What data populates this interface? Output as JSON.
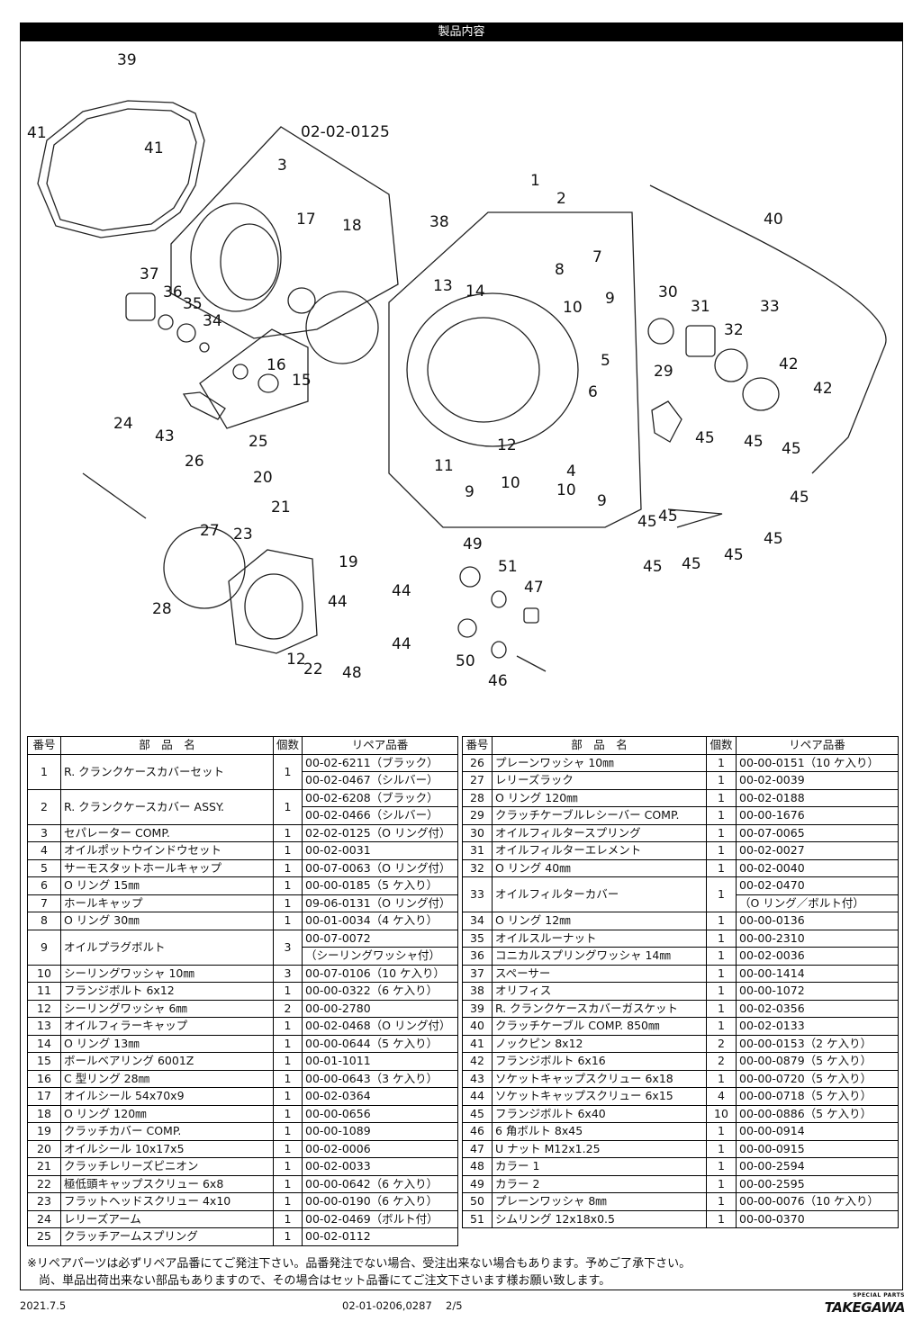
{
  "header_title": "製品内容",
  "diagram": {
    "callouts": [
      "39",
      "41",
      "41",
      "02-02-0125",
      "3",
      "17",
      "18",
      "1",
      "2",
      "38",
      "40",
      "7",
      "8",
      "37",
      "36",
      "35",
      "34",
      "13",
      "14",
      "9",
      "10",
      "30",
      "31",
      "32",
      "33",
      "16",
      "15",
      "5",
      "29",
      "42",
      "42",
      "6",
      "24",
      "43",
      "25",
      "12",
      "4",
      "45",
      "45",
      "45",
      "26",
      "20",
      "11",
      "10",
      "10",
      "9",
      "9",
      "45",
      "21",
      "27",
      "23",
      "45",
      "45",
      "19",
      "49",
      "51",
      "47",
      "28",
      "44",
      "44",
      "44",
      "45",
      "45",
      "45",
      "45",
      "12",
      "22",
      "48",
      "50",
      "46"
    ]
  },
  "table_headers": {
    "no": "番号",
    "name": "部　品　名",
    "qty": "個数",
    "repair": "リペア品番"
  },
  "parts_left": [
    {
      "no": "1",
      "name": "R. クランクケースカバーセット",
      "qty": "1",
      "repair": [
        "00-02-6211（ブラック）",
        "00-02-0467（シルバー）"
      ]
    },
    {
      "no": "2",
      "name": "R. クランクケースカバー ASSY.",
      "qty": "1",
      "repair": [
        "00-02-6208（ブラック）",
        "00-02-0466（シルバー）"
      ]
    },
    {
      "no": "3",
      "name": "セパレーター COMP.",
      "qty": "1",
      "repair": [
        "02-02-0125（O リング付）"
      ]
    },
    {
      "no": "4",
      "name": "オイルポットウインドウセット",
      "qty": "1",
      "repair": [
        "00-02-0031"
      ]
    },
    {
      "no": "5",
      "name": "サーモスタットホールキャップ",
      "qty": "1",
      "repair": [
        "00-07-0063（O リング付）"
      ]
    },
    {
      "no": "6",
      "name": "O リング 15㎜",
      "qty": "1",
      "repair": [
        "00-00-0185（5 ケ入り）"
      ]
    },
    {
      "no": "7",
      "name": "ホールキャップ",
      "qty": "1",
      "repair": [
        "09-06-0131（O リング付）"
      ]
    },
    {
      "no": "8",
      "name": "O リング 30㎜",
      "qty": "1",
      "repair": [
        "00-01-0034（4 ケ入り）"
      ]
    },
    {
      "no": "9",
      "name": "オイルプラグボルト",
      "qty": "3",
      "repair": [
        "00-07-0072",
        "（シーリングワッシャ付）"
      ]
    },
    {
      "no": "10",
      "name": "シーリングワッシャ 10㎜",
      "qty": "3",
      "repair": [
        "00-07-0106（10 ケ入り）"
      ]
    },
    {
      "no": "11",
      "name": "フランジボルト 6x12",
      "qty": "1",
      "repair": [
        "00-00-0322（6 ケ入り）"
      ]
    },
    {
      "no": "12",
      "name": "シーリングワッシャ 6㎜",
      "qty": "2",
      "repair": [
        "00-00-2780"
      ]
    },
    {
      "no": "13",
      "name": "オイルフィラーキャップ",
      "qty": "1",
      "repair": [
        "00-02-0468（O リング付）"
      ]
    },
    {
      "no": "14",
      "name": "O リング 13㎜",
      "qty": "1",
      "repair": [
        "00-00-0644（5 ケ入り）"
      ]
    },
    {
      "no": "15",
      "name": "ボールベアリング 6001Z",
      "qty": "1",
      "repair": [
        "00-01-1011"
      ]
    },
    {
      "no": "16",
      "name": "C 型リング 28㎜",
      "qty": "1",
      "repair": [
        "00-00-0643（3 ケ入り）"
      ]
    },
    {
      "no": "17",
      "name": "オイルシール 54x70x9",
      "qty": "1",
      "repair": [
        "00-02-0364"
      ]
    },
    {
      "no": "18",
      "name": "O リング 120㎜",
      "qty": "1",
      "repair": [
        "00-00-0656"
      ]
    },
    {
      "no": "19",
      "name": "クラッチカバー COMP.",
      "qty": "1",
      "repair": [
        "00-00-1089"
      ]
    },
    {
      "no": "20",
      "name": "オイルシール 10x17x5",
      "qty": "1",
      "repair": [
        "00-02-0006"
      ]
    },
    {
      "no": "21",
      "name": "クラッチレリーズピニオン",
      "qty": "1",
      "repair": [
        "00-02-0033"
      ]
    },
    {
      "no": "22",
      "name": "極低頭キャップスクリュー 6x8",
      "qty": "1",
      "repair": [
        "00-00-0642（6 ケ入り）"
      ]
    },
    {
      "no": "23",
      "name": "フラットヘッドスクリュー 4x10",
      "qty": "1",
      "repair": [
        "00-00-0190（6 ケ入り）"
      ]
    },
    {
      "no": "24",
      "name": "レリーズアーム",
      "qty": "1",
      "repair": [
        "00-02-0469（ボルト付）"
      ]
    },
    {
      "no": "25",
      "name": "クラッチアームスプリング",
      "qty": "1",
      "repair": [
        "00-02-0112"
      ]
    }
  ],
  "parts_right": [
    {
      "no": "26",
      "name": "プレーンワッシャ 10㎜",
      "qty": "1",
      "repair": [
        "00-00-0151（10 ケ入り）"
      ]
    },
    {
      "no": "27",
      "name": "レリーズラック",
      "qty": "1",
      "repair": [
        "00-02-0039"
      ]
    },
    {
      "no": "28",
      "name": "O リング 120㎜",
      "qty": "1",
      "repair": [
        "00-02-0188"
      ]
    },
    {
      "no": "29",
      "name": "クラッチケーブルレシーバー COMP.",
      "qty": "1",
      "repair": [
        "00-00-1676"
      ]
    },
    {
      "no": "30",
      "name": "オイルフィルタースプリング",
      "qty": "1",
      "repair": [
        "00-07-0065"
      ]
    },
    {
      "no": "31",
      "name": "オイルフィルターエレメント",
      "qty": "1",
      "repair": [
        "00-02-0027"
      ]
    },
    {
      "no": "32",
      "name": "O リング 40㎜",
      "qty": "1",
      "repair": [
        "00-02-0040"
      ]
    },
    {
      "no": "33",
      "name": "オイルフィルターカバー",
      "qty": "1",
      "repair": [
        "00-02-0470",
        "（O リング／ボルト付）"
      ]
    },
    {
      "no": "34",
      "name": "O リング 12㎜",
      "qty": "1",
      "repair": [
        "00-00-0136"
      ]
    },
    {
      "no": "35",
      "name": "オイルスルーナット",
      "qty": "1",
      "repair": [
        "00-00-2310"
      ]
    },
    {
      "no": "36",
      "name": "コニカルスプリングワッシャ 14㎜",
      "qty": "1",
      "repair": [
        "00-02-0036"
      ]
    },
    {
      "no": "37",
      "name": "スペーサー",
      "qty": "1",
      "repair": [
        "00-00-1414"
      ]
    },
    {
      "no": "38",
      "name": "オリフィス",
      "qty": "1",
      "repair": [
        "00-00-1072"
      ]
    },
    {
      "no": "39",
      "name": "R. クランクケースカバーガスケット",
      "qty": "1",
      "repair": [
        "00-02-0356"
      ]
    },
    {
      "no": "40",
      "name": "クラッチケーブル COMP. 850㎜",
      "qty": "1",
      "repair": [
        "00-02-0133"
      ]
    },
    {
      "no": "41",
      "name": "ノックピン 8x12",
      "qty": "2",
      "repair": [
        "00-00-0153（2 ケ入り）"
      ]
    },
    {
      "no": "42",
      "name": "フランジボルト 6x16",
      "qty": "2",
      "repair": [
        "00-00-0879（5 ケ入り）"
      ]
    },
    {
      "no": "43",
      "name": "ソケットキャップスクリュー 6x18",
      "qty": "1",
      "repair": [
        "00-00-0720（5 ケ入り）"
      ]
    },
    {
      "no": "44",
      "name": "ソケットキャップスクリュー 6x15",
      "qty": "4",
      "repair": [
        "00-00-0718（5 ケ入り）"
      ]
    },
    {
      "no": "45",
      "name": "フランジボルト 6x40",
      "qty": "10",
      "repair": [
        "00-00-0886（5 ケ入り）"
      ]
    },
    {
      "no": "46",
      "name": "6 角ボルト 8x45",
      "qty": "1",
      "repair": [
        "00-00-0914"
      ]
    },
    {
      "no": "47",
      "name": "U ナット M12x1.25",
      "qty": "1",
      "repair": [
        "00-00-0915"
      ]
    },
    {
      "no": "48",
      "name": "カラー 1",
      "qty": "1",
      "repair": [
        "00-00-2594"
      ]
    },
    {
      "no": "49",
      "name": "カラー 2",
      "qty": "1",
      "repair": [
        "00-00-2595"
      ]
    },
    {
      "no": "50",
      "name": "プレーンワッシャ 8㎜",
      "qty": "1",
      "repair": [
        "00-00-0076（10 ケ入り）"
      ]
    },
    {
      "no": "51",
      "name": "シムリング 12x18x0.5",
      "qty": "1",
      "repair": [
        "00-00-0370"
      ]
    }
  ],
  "notes": [
    "※リペアパーツは必ずリペア品番にてご発注下さい。品番発注でない場合、受注出来ない場合もあります。予めご了承下さい。",
    "　尚、単品出荷出来ない部品もありますので、その場合はセット品番にてご注文下さいます様お願い致します。"
  ],
  "footer": {
    "date": "2021.7.5",
    "doc_number": "02-01-0206,0287",
    "page": "2/5",
    "logo_sub": "SPECIAL PARTS",
    "logo_main": "TAKEGAWA"
  }
}
